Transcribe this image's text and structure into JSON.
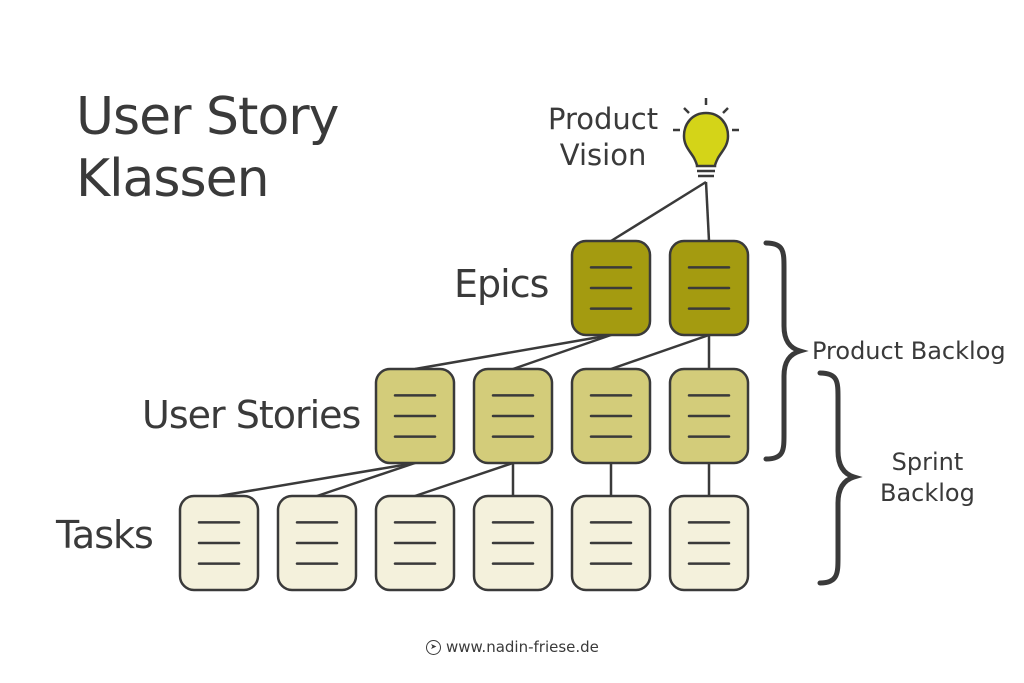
{
  "title": {
    "line1": "User Story",
    "line2": "Klassen"
  },
  "vision": {
    "line1": "Product",
    "line2": "Vision",
    "icon": "lightbulb-icon",
    "bulb_color": "#d4d418"
  },
  "levels": [
    {
      "id": "epics",
      "label": "Epics",
      "count": 2,
      "color": "#a49b10"
    },
    {
      "id": "stories",
      "label": "User Stories",
      "count": 4,
      "color": "#d3cc7a"
    },
    {
      "id": "tasks",
      "label": "Tasks",
      "count": 6,
      "color": "#f4f1dc"
    }
  ],
  "backlogs": {
    "product": "Product Backlog",
    "sprint_line1": "Sprint",
    "sprint_line2": "Backlog"
  },
  "footer": {
    "url": "www.nadin-friese.de"
  }
}
